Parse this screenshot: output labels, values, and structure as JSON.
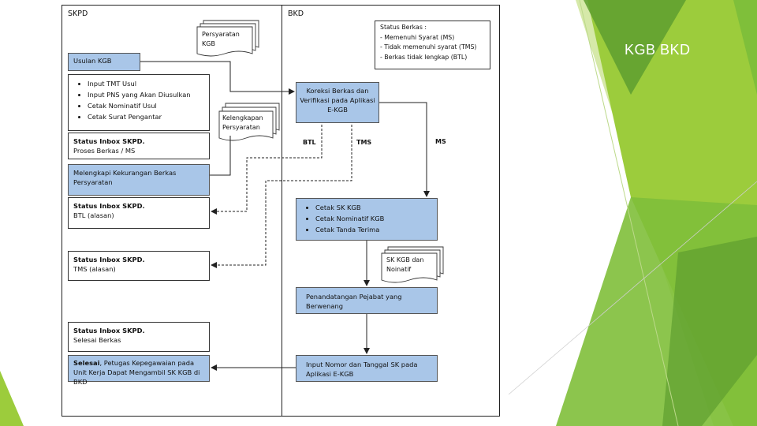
{
  "slide_title": "KGB BKD",
  "lanes": {
    "left": "SKPD",
    "right": "BKD"
  },
  "status_legend": {
    "heading": "Status Berkas :",
    "lines": [
      "- Memenuhi Syarat (MS)",
      "- Tidak memenuhi syarat (TMS)",
      "- Berkas tidak lengkap (BTL)"
    ]
  },
  "docs": {
    "persyaratan": [
      "Persyaratan",
      "KGB"
    ],
    "kelengkapan": [
      "Kelengkapan",
      "Persyaratan"
    ],
    "sk_kgb": [
      "SK KGB dan",
      "Noinatif"
    ]
  },
  "skpd": {
    "usulan": "Usulan KGB",
    "inputs": [
      "Input TMT Usul",
      "Input PNS yang Akan Diusulkan",
      "Cetak Nominatif Usul",
      "Cetak Surat Pengantar"
    ],
    "proses": {
      "title": "Status Inbox SKPD.",
      "text": "Proses Berkas / MS"
    },
    "melengkapi": "Melengkapi Kekurangan Berkas Persyaratan",
    "btl": {
      "title": "Status Inbox SKPD.",
      "text": "BTL (alasan)"
    },
    "tms": {
      "title": "Status Inbox SKPD.",
      "text": "TMS (alasan)"
    },
    "selesai_status": {
      "title": "Status Inbox SKPD.",
      "text": "Selesai Berkas"
    },
    "selesai_final": {
      "bold": "Selesai",
      "text": ", Petugas Kepegawaian pada Unit Kerja Dapat Mengambil SK KGB di BKD"
    }
  },
  "bkd": {
    "koreksi": "Koreksi Berkas dan Verifikasi pada Aplikasi E-KGB",
    "cetak": [
      "Cetak SK KGB",
      "Cetak Nominatif KGB",
      "Cetak Tanda Terima"
    ],
    "tanda_tangan": "Penandatangan Pejabat yang Berwenang",
    "input_nomor": "Input Nomor dan Tanggal SK pada Aplikasi E-KGB"
  },
  "flow_labels": {
    "btl": "BTL",
    "tms": "TMS",
    "ms": "MS"
  },
  "colors": {
    "box_fill": "#a9c6e8",
    "green_dark": "#5e9e2f",
    "green_light": "#9ccc3c",
    "green_pale": "#d6e9a9"
  }
}
